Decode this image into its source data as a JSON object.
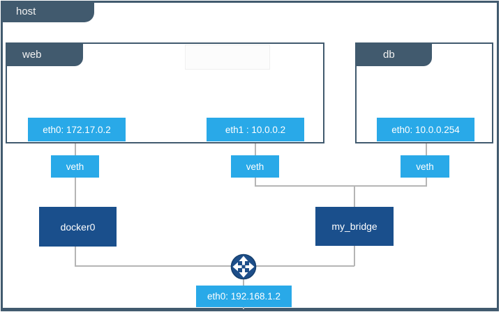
{
  "colors": {
    "slate": "#415A6E",
    "azure": "#29A9E8",
    "navy": "#1A4F8C",
    "connector_gray": "#B5B5B5",
    "text_light": "#FFFFFF"
  },
  "host": {
    "label": "host"
  },
  "containers": [
    {
      "id": "web",
      "label": "web",
      "interfaces": [
        {
          "label": "eth0: 172.17.0.2"
        },
        {
          "label": "eth1 : 10.0.0.2"
        }
      ]
    },
    {
      "id": "db",
      "label": "db",
      "interfaces": [
        {
          "label": "eth0: 10.0.0.254"
        }
      ]
    }
  ],
  "veths": [
    {
      "label": "veth"
    },
    {
      "label": "veth"
    },
    {
      "label": "veth"
    }
  ],
  "bridges": [
    {
      "label": "docker0"
    },
    {
      "label": "my_bridge"
    }
  ],
  "host_interface": {
    "label": "eth0: 192.168.1.2"
  },
  "icons": {
    "router": "cross-arrows-router-icon"
  }
}
